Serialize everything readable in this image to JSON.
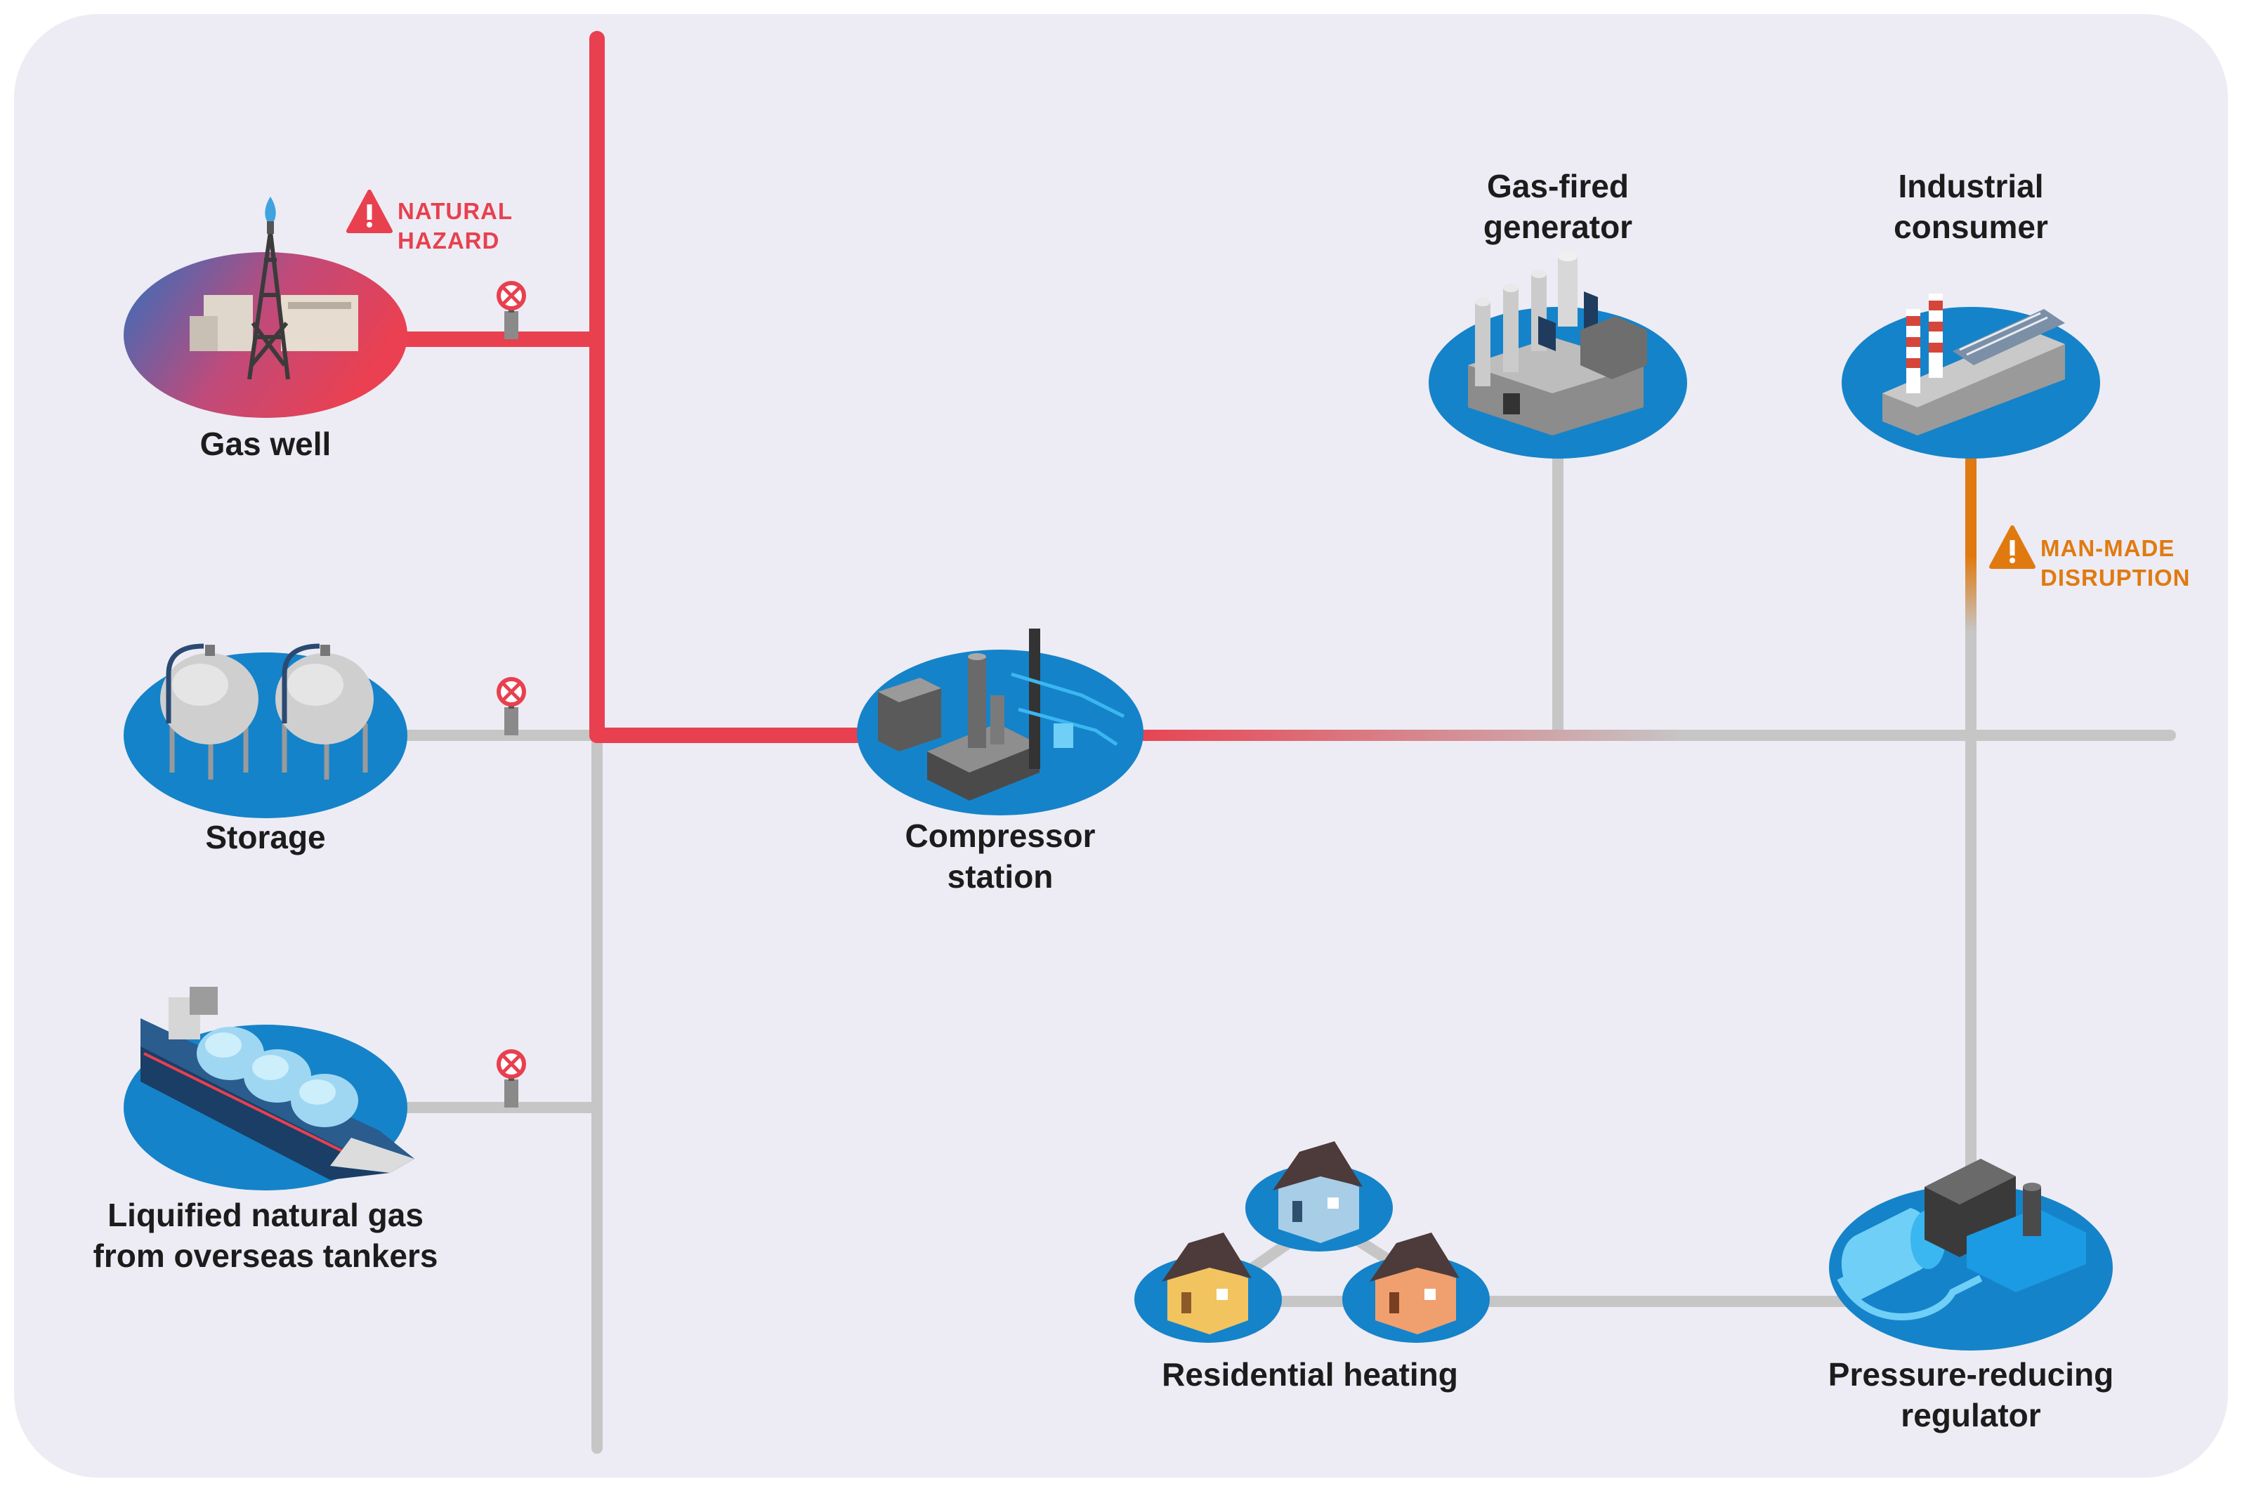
{
  "nodes": {
    "gas_well": {
      "label": "Gas well"
    },
    "storage": {
      "label": "Storage"
    },
    "lng": {
      "label_line1": "Liquified natural gas",
      "label_line2": "from overseas tankers"
    },
    "compressor": {
      "label_line1": "Compressor",
      "label_line2": "station"
    },
    "generator": {
      "label_line1": "Gas-fired",
      "label_line2": "generator"
    },
    "industrial": {
      "label_line1": "Industrial",
      "label_line2": "consumer"
    },
    "residential": {
      "label": "Residential heating"
    },
    "regulator": {
      "label_line1": "Pressure-reducing",
      "label_line2": "regulator"
    }
  },
  "alerts": {
    "natural": {
      "line1": "NATURAL",
      "line2": "HAZARD",
      "color": "#e8404f"
    },
    "manmade": {
      "line1": "MAN-MADE",
      "line2": "DISRUPTION",
      "color": "#e07a10"
    }
  },
  "colors": {
    "background": "#edecf4",
    "pipe_gray": "#c6c6c6",
    "pipe_red": "#e8404f",
    "pipe_orange": "#e07a10",
    "node_blue": "#1583c9"
  }
}
